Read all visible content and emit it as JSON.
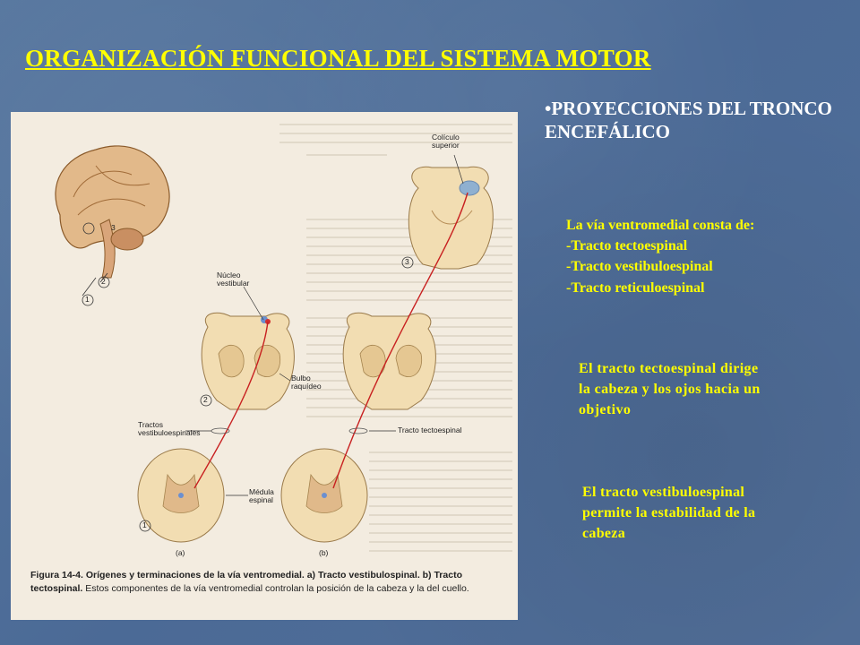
{
  "slide": {
    "title": "ORGANIZACIÓN  FUNCIONAL DEL SISTEMA MOTOR",
    "bullet_heading": "•PROYECCIONES DEL TRONCO ENCEFÁLICO",
    "block1": {
      "lines": [
        "La vía ventromedial consta de:",
        "-Tracto tectoespinal",
        "-Tracto vestibuloespinal",
        "-Tracto reticuloespinal"
      ]
    },
    "block2": {
      "lines": [
        "El tracto tectoespinal dirige",
        "la cabeza y los ojos hacia un",
        "objetivo"
      ]
    },
    "block3": {
      "lines": [
        "El tracto vestibuloespinal",
        "permite la estabilidad de la",
        "cabeza"
      ]
    }
  },
  "figure": {
    "labels": {
      "coliculo": "Colículo superior",
      "nucleo": "Núcleo vestibular",
      "bulbo": "Bulbo raquídeo",
      "tractos_vest": "Tractos vestibuloespinales",
      "tracto_tect": "Tracto tectoespinal",
      "medula": "Médula espinal",
      "a": "(a)",
      "b": "(b)",
      "n1": "1",
      "n2": "2",
      "n3": "3"
    },
    "caption": {
      "bold": "Figura 14-4. Orígenes y terminaciones de la vía ventromedial. a) Tracto vestibulospinal. b) Tracto tectospinal.",
      "rest": "Estos componentes de la vía ventromedial controlan la posición de la cabeza y la del cuello."
    }
  }
}
